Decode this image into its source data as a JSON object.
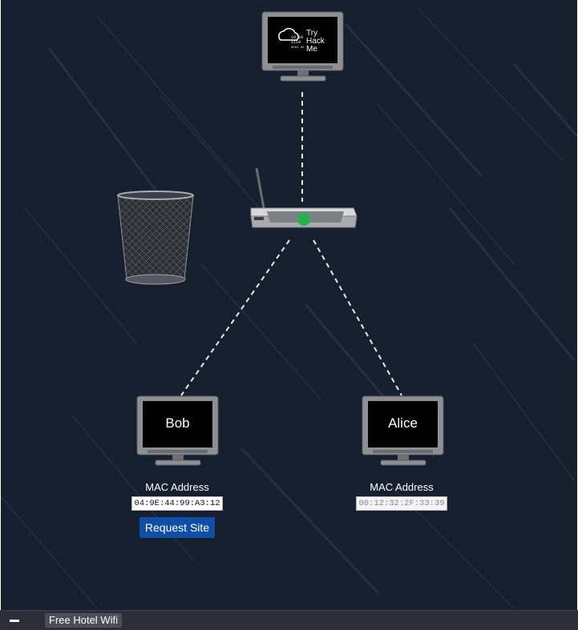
{
  "network": {
    "server": {
      "logo_lines": [
        "Try",
        "Hack",
        "Me"
      ],
      "binary": [
        "10 10",
        "1110",
        "0101 01",
        "10"
      ]
    },
    "bob": {
      "name": "Bob",
      "mac_label": "MAC Address",
      "mac_value": "04:9E:44:99:A3:12",
      "request_label": "Request Site"
    },
    "alice": {
      "name": "Alice",
      "mac_label": "MAC Address",
      "mac_value": "00:12:32:2F:33:39"
    },
    "router": {
      "status_color": "#22b34a"
    }
  },
  "taskbar": {
    "window_title": "Free Hotel Wifi",
    "minimize_icon": "minimize-icon"
  },
  "colors": {
    "background": "#161f2e",
    "accent_button": "#0e4ea6",
    "taskbar": "#2c2f37"
  }
}
